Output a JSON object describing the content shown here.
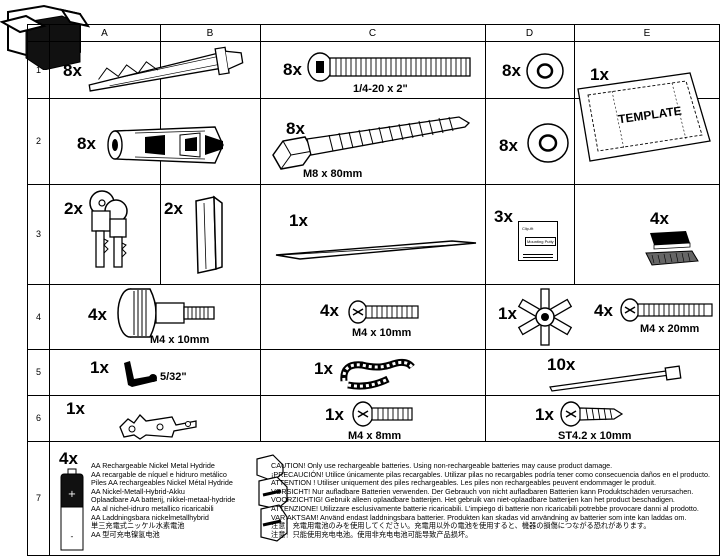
{
  "columns": [
    "A",
    "B",
    "C",
    "D",
    "E"
  ],
  "rows": [
    "1",
    "2",
    "3",
    "4",
    "5",
    "6",
    "7"
  ],
  "items": {
    "r1_a": {
      "qty": "8x"
    },
    "r1_c": {
      "qty": "8x",
      "label": "1/4-20 x 2\""
    },
    "r1_d": {
      "qty": "8x"
    },
    "r1_e": {
      "qty": "1x",
      "template": "TEMPLATE"
    },
    "r2_a": {
      "qty": "8x"
    },
    "r2_c": {
      "qty": "8x",
      "label": "M8 x 80mm"
    },
    "r2_d": {
      "qty": "8x"
    },
    "r3_a": {
      "qty": "2x"
    },
    "r3_b": {
      "qty": "2x"
    },
    "r3_c": {
      "qty": "1x"
    },
    "r3_d": {
      "qty": "3x"
    },
    "r3_e": {
      "qty": "4x"
    },
    "r4_a": {
      "qty": "4x",
      "label": "M4 x 10mm"
    },
    "r4_c": {
      "qty": "4x",
      "label": "M4 x 10mm"
    },
    "r4_d": {
      "qty": "1x"
    },
    "r4_e": {
      "qty": "4x",
      "label": "M4 x 20mm"
    },
    "r5_a": {
      "qty": "1x",
      "label": "5/32\""
    },
    "r5_c": {
      "qty": "1x"
    },
    "r5_e": {
      "qty": "10x"
    },
    "r6_a": {
      "qty": "1x"
    },
    "r6_c": {
      "qty": "1x",
      "label": "M4 x 8mm"
    },
    "r6_e": {
      "qty": "1x",
      "label": "ST4.2 x 10mm"
    },
    "r7": {
      "qty": "4x",
      "battery_names": [
        "AA Rechargeable Nickel Metal Hydride",
        "AA recargable de níquel e hidruro metálico",
        "Piles AA rechargeables Nickel Métal Hydride",
        "AA Nickel-Metall-Hybrid-Akku",
        "Oplaadbare AA batterij, nikkel-metaal-hydride",
        "AA al nichel-idruro metallico ricaricabili",
        "AA Laddningsbara nickelmetallhybrid",
        "単三充電式ニッケル水素電池",
        "AA 型可充电镍氢电池"
      ],
      "cautions": [
        "CAUTION! Only use rechargeable batteries.  Using non-rechargeable batteries may cause product damage.",
        "¡PRECAUCIÓN! Utilice únicamente pilas recargables.  Utilizar pilas no recargables podría tener como consecuencia daños en el producto.",
        "ATTENTION ! Utiliser uniquement des piles rechargeables. Les piles non rechargeables peuvent endommager le produit.",
        "VORSICHT! Nur aufladbare Batterien verwenden.  Der Gebrauch von nicht aufladbaren Batterien kann Produktschäden verursachen.",
        "VOORZICHTIG! Gebruik alleen oplaadbare batterijen. Het gebruik van niet-oplaadbare batterijen kan het product beschadigen.",
        "ATTENZIONE! Utilizzare esclusivamente batterie ricaricabili. L'impiego di batterie non ricaricabili potrebbe provocare danni al prodotto.",
        "VAR AKTSAM! Använd endast laddningsbara batterier. Produkten kan skadas vid användning av batterier som inte kan laddas om.",
        "注意！充電用電池のみを使用してください。充電用以外の電池を使用すると、機器の損傷につながる恐れがあります。",
        "注意！只能使用充电电池。使用非充电电池可能导致产品损坏。"
      ]
    },
    "r3_d_card": {
      "line1": "Clip-fit",
      "line2": "Mounting Putty"
    }
  }
}
